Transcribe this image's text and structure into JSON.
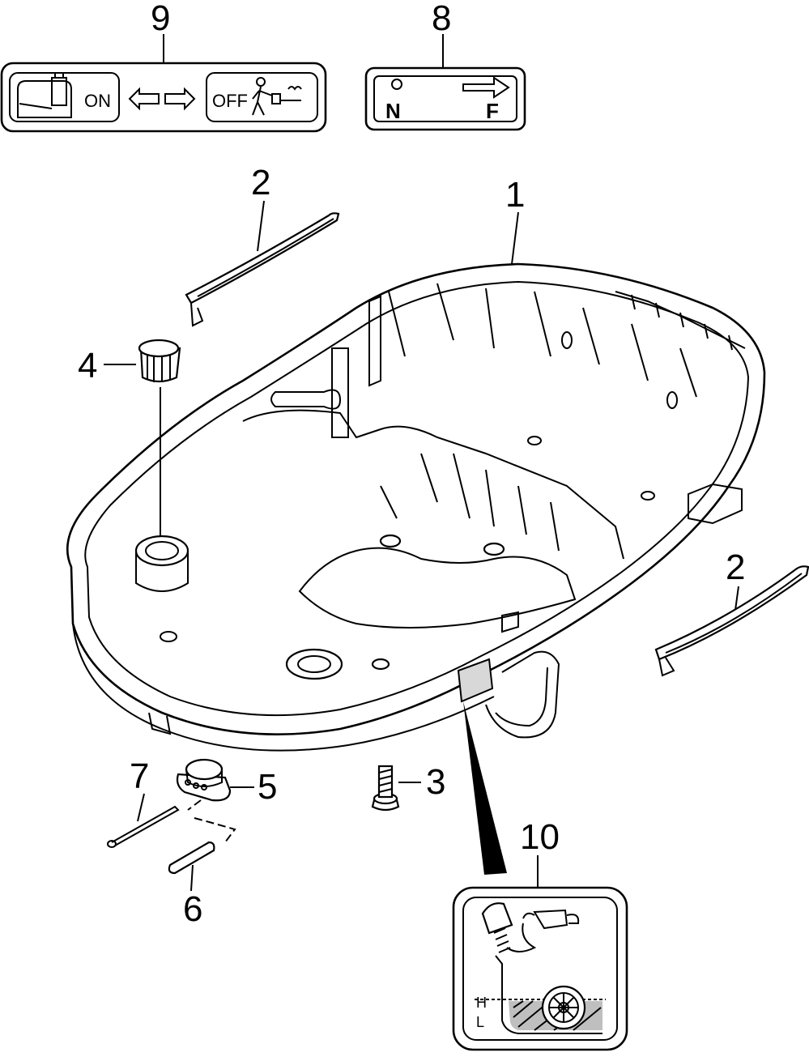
{
  "callouts": {
    "c1": "1",
    "c2a": "2",
    "c2b": "2",
    "c3": "3",
    "c4": "4",
    "c5": "5",
    "c6": "6",
    "c7": "7",
    "c8": "8",
    "c9": "9",
    "c10": "10"
  },
  "decal9": {
    "on_label": "ON",
    "off_label": "OFF"
  },
  "decal8": {
    "neutral_label": "N",
    "forward_label": "F"
  },
  "decal10": {
    "high_label": "H",
    "low_label": "L"
  }
}
